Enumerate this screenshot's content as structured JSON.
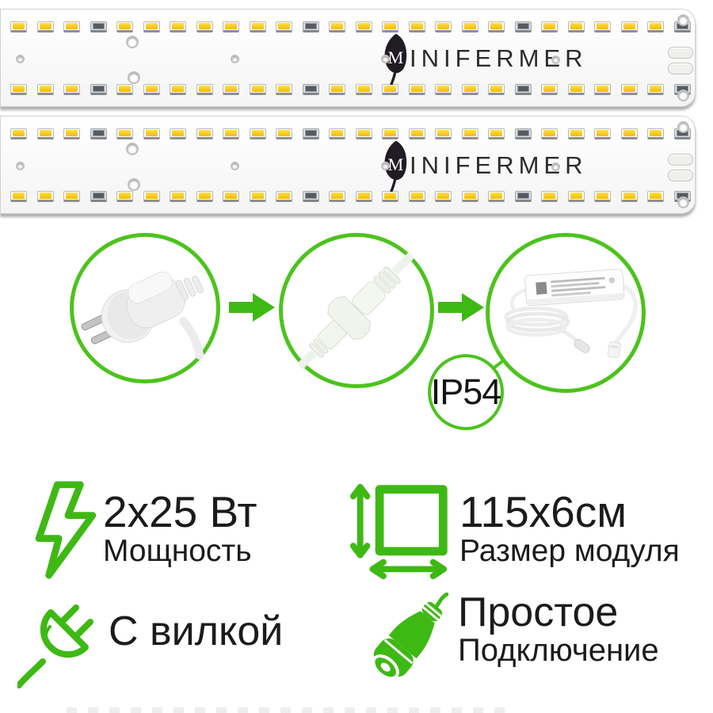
{
  "brand": {
    "leaf_letter": "M",
    "wordmark": "INIFERMER"
  },
  "board": {
    "strips": 2,
    "led_columns": 26,
    "dark_led_indices": [
      3,
      11,
      19,
      25
    ]
  },
  "flow": {
    "steps": [
      "power-plug",
      "inline-connector",
      "led-driver"
    ],
    "ip_rating": "IP54"
  },
  "specs": {
    "power": {
      "value": "2x25 Вт",
      "label": "Мощность"
    },
    "size": {
      "value": "115x6см",
      "label": "Размер модуля"
    },
    "plug": {
      "value": "С вилкой"
    },
    "connection": {
      "value": "Простое",
      "label": "Подключение"
    }
  },
  "colors": {
    "icon_green": "#3eb914",
    "circle_green": "#4cc31d",
    "text_dark": "#1b1b1b",
    "led_warm_yellow": "#f3bb05",
    "leaf_dark": "#211b24"
  }
}
